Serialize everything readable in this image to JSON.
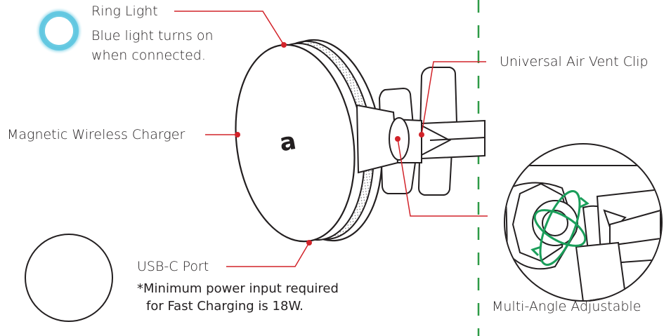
{
  "labels": {
    "ring_light": "Ring Light",
    "ring_light_desc_1": "Blue light turns on",
    "ring_light_desc_2": "when connected.",
    "vent_clip": "Universal Air Vent Clip",
    "wireless_charger": "Magnetic Wireless Charger",
    "usbc_port": "USB-C Port",
    "usbc_note_1": "*Minimum power input required",
    "usbc_note_2": "for Fast Charging is 18W.",
    "multi_angle": "Multi-Angle Adjustable"
  },
  "logo_text": "a",
  "colors": {
    "leader_line": "#d2232a",
    "ring_light_glow": "#5fc6e0",
    "rotate_arrow": "#1a9e5a",
    "divider": "#2e9b46",
    "outline": "#231f20"
  },
  "icons": {
    "ring_light": "ring-light-glow-icon",
    "logo": "adam-elements-logo-icon",
    "rotation": "rotation-arrows-icon"
  }
}
